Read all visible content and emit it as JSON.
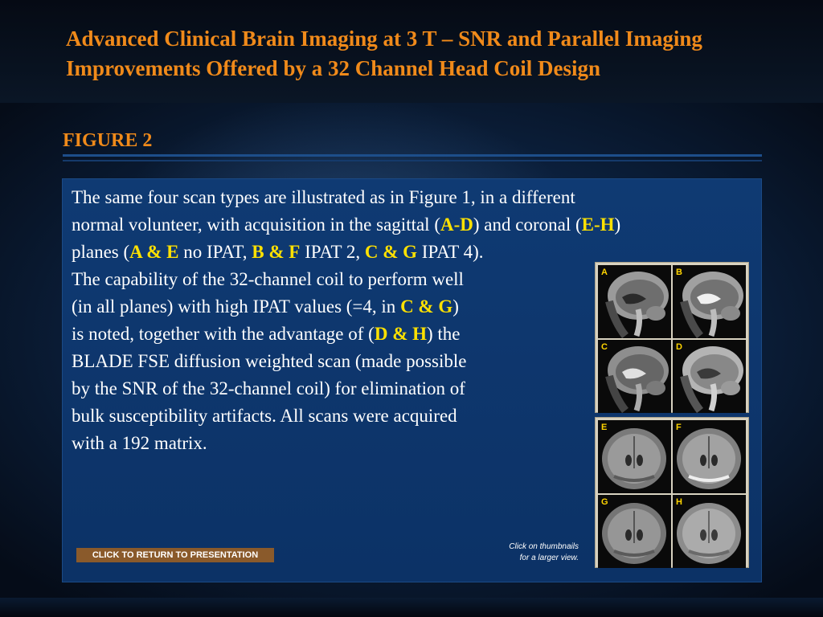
{
  "header": {
    "title": "Advanced Clinical Brain Imaging at 3 T – SNR and Parallel Imaging Improvements Offered by a 32 Channel Head Coil Design"
  },
  "figure": {
    "label": "FIGURE 2"
  },
  "description": {
    "l1": "The same four scan types are illustrated as in Figure 1, in a different",
    "l2a": "normal volunteer, with acquisition in the sagittal (",
    "l2b": "A-D",
    "l2c": ") and coronal (",
    "l2d": "E-H",
    "l2e": ")",
    "l3a": "planes (",
    "l3b": "A & E",
    "l3c": " no IPAT, ",
    "l3d": "B & F",
    "l3e": " IPAT 2, ",
    "l3f": "C & G",
    "l3g": " IPAT 4).",
    "l4": "The capability of the 32-channel coil to perform well",
    "l5a": "(in all planes) with high IPAT values (=4, in ",
    "l5b": "C & G",
    "l5c": ")",
    "l6a": "is noted, together with the advantage of (",
    "l6b": "D & H",
    "l6c": ") the",
    "l7": "BLADE FSE diffusion weighted scan (made possible",
    "l8": "by the SNR of the 32-channel coil) for elimination of",
    "l9": "bulk susceptibility artifacts. All scans were acquired",
    "l10": "with a 192 matrix."
  },
  "thumbnails": {
    "sagittal": [
      "A",
      "B",
      "C",
      "D"
    ],
    "coronal": [
      "E",
      "F",
      "G",
      "H"
    ],
    "note_line1": "Click on thumbnails",
    "note_line2": "for a larger view."
  },
  "buttons": {
    "return_label": "CLICK TO RETURN TO PRESENTATION"
  },
  "colors": {
    "title": "#f08a1a",
    "highlight": "#ffe100",
    "panel": "#0f3a73",
    "button": "#8a5a2b"
  }
}
